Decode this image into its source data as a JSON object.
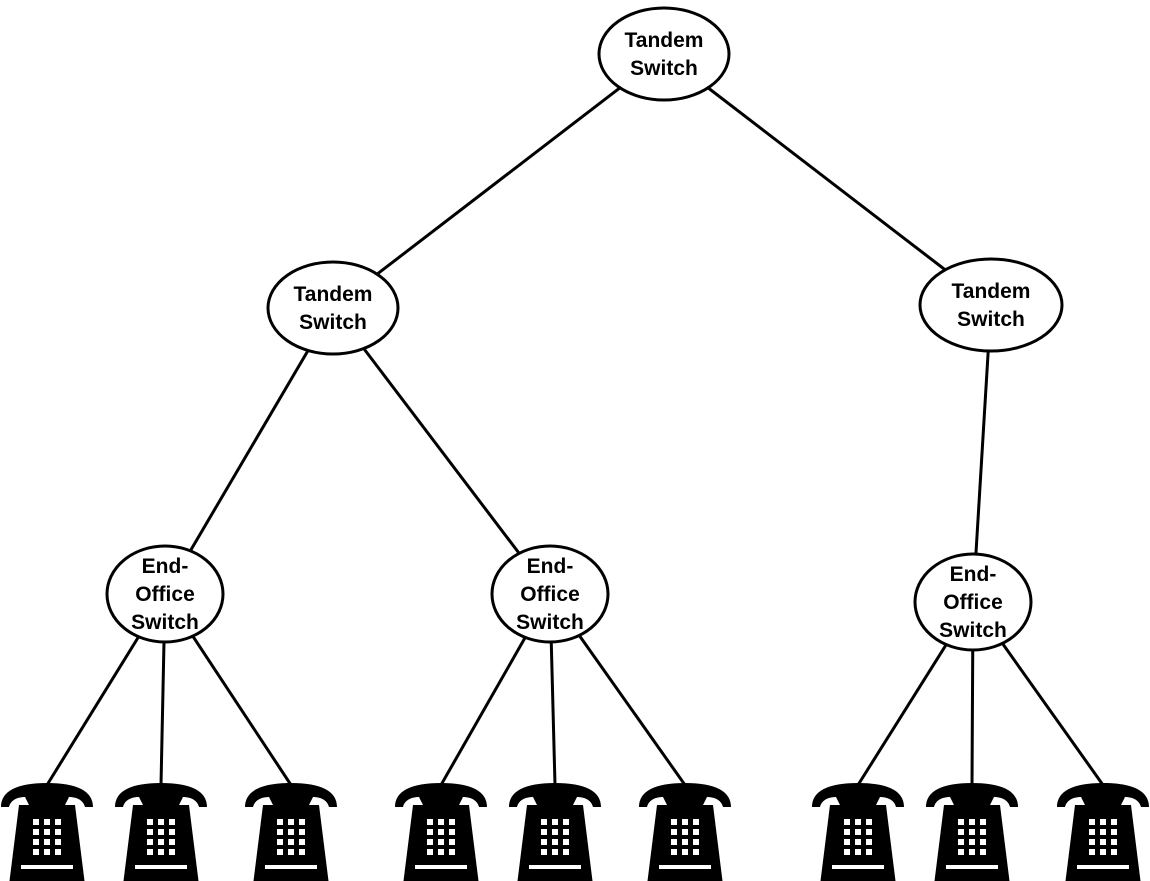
{
  "diagram": {
    "nodes": [
      {
        "id": "tandem-top",
        "kind": "tandem",
        "lines": [
          "Tandem",
          "Switch"
        ]
      },
      {
        "id": "tandem-left",
        "kind": "tandem",
        "lines": [
          "Tandem",
          "Switch"
        ]
      },
      {
        "id": "tandem-right",
        "kind": "tandem",
        "lines": [
          "Tandem",
          "Switch"
        ]
      },
      {
        "id": "end-office-1",
        "kind": "end-office",
        "lines": [
          "End-",
          "Office",
          "Switch"
        ]
      },
      {
        "id": "end-office-2",
        "kind": "end-office",
        "lines": [
          "End-",
          "Office",
          "Switch"
        ]
      },
      {
        "id": "end-office-3",
        "kind": "end-office",
        "lines": [
          "End-",
          "Office",
          "Switch"
        ]
      }
    ],
    "edges": [
      {
        "from": "tandem-top",
        "to": "tandem-left"
      },
      {
        "from": "tandem-top",
        "to": "tandem-right"
      },
      {
        "from": "tandem-left",
        "to": "end-office-1"
      },
      {
        "from": "tandem-left",
        "to": "end-office-2"
      },
      {
        "from": "tandem-right",
        "to": "end-office-3"
      }
    ],
    "phone_icon": "telephone-icon",
    "phones_per_end_office": [
      3,
      3,
      3
    ],
    "line_color": "#000000",
    "node_fill": "#ffffff"
  }
}
